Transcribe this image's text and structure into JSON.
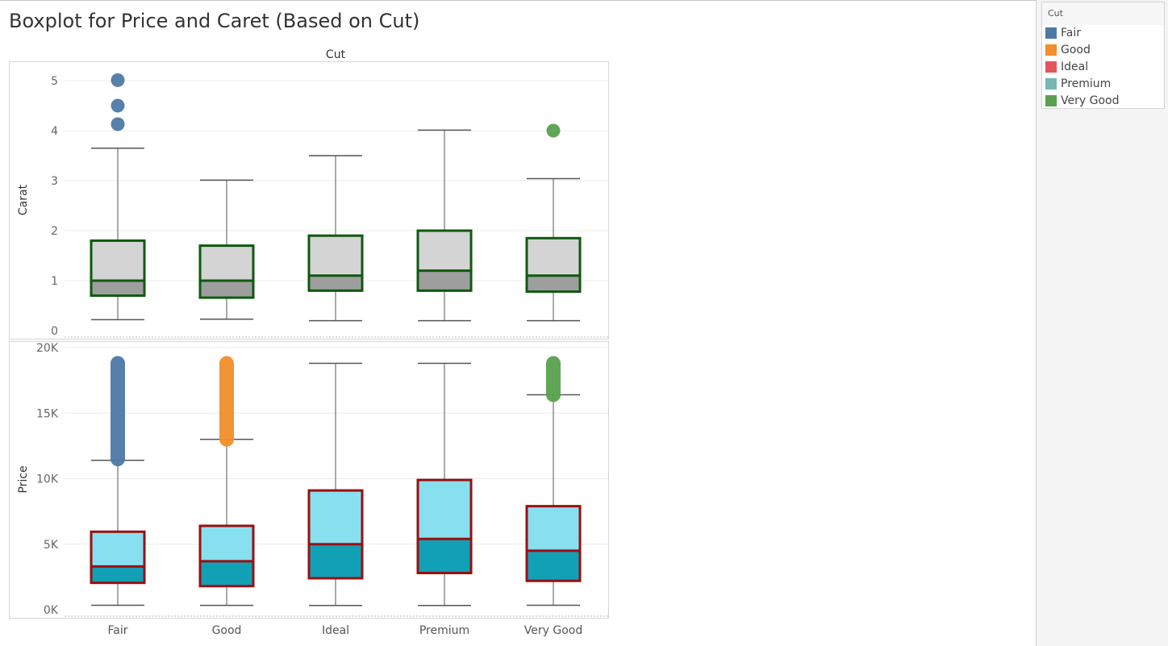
{
  "title": "Boxplot for Price and Caret (Based on Cut)",
  "legend": {
    "title": "Cut",
    "items": [
      {
        "label": "Fair",
        "color": "#4e79a7"
      },
      {
        "label": "Good",
        "color": "#f28e2b"
      },
      {
        "label": "Ideal",
        "color": "#e15759"
      },
      {
        "label": "Premium",
        "color": "#76b7b2"
      },
      {
        "label": "Very Good",
        "color": "#59a14f"
      }
    ]
  },
  "chart_data": [
    {
      "type": "box",
      "column_header": "Cut",
      "ylabel": "Carat",
      "ylim": [
        0,
        5.2
      ],
      "yticks": [
        0,
        1,
        2,
        3,
        4,
        5
      ],
      "ytick_labels": [
        "0",
        "1",
        "2",
        "3",
        "4",
        "5"
      ],
      "grid": true,
      "box_colors": {
        "upper": "#d4d4d4",
        "lower": "#9e9e9e",
        "border": "#0e5a0e"
      },
      "categories": [
        "Fair",
        "Good",
        "Ideal",
        "Premium",
        "Very Good"
      ],
      "boxes": [
        {
          "category": "Fair",
          "min": 0.22,
          "q1": 0.7,
          "median": 1.0,
          "q3": 1.8,
          "max": 3.65,
          "outliers": [
            4.13,
            4.5,
            5.01
          ]
        },
        {
          "category": "Good",
          "min": 0.23,
          "q1": 0.66,
          "median": 1.0,
          "q3": 1.7,
          "max": 3.01,
          "outliers": []
        },
        {
          "category": "Ideal",
          "min": 0.2,
          "q1": 0.8,
          "median": 1.1,
          "q3": 1.9,
          "max": 3.5,
          "outliers": []
        },
        {
          "category": "Premium",
          "min": 0.2,
          "q1": 0.8,
          "median": 1.2,
          "q3": 2.0,
          "max": 4.01,
          "outliers": []
        },
        {
          "category": "Very Good",
          "min": 0.2,
          "q1": 0.78,
          "median": 1.1,
          "q3": 1.85,
          "max": 3.04,
          "outliers": [
            4.0
          ]
        }
      ]
    },
    {
      "type": "box",
      "column_header": "Cut",
      "ylabel": "Price",
      "ylim": [
        -300,
        20000
      ],
      "yticks": [
        0,
        5000,
        10000,
        15000,
        20000
      ],
      "ytick_labels": [
        "0K",
        "5K",
        "10K",
        "15K",
        "20K"
      ],
      "grid": true,
      "box_colors": {
        "upper": "#87dff0",
        "lower": "#12a0b6",
        "border": "#9b0f0f"
      },
      "categories": [
        "Fair",
        "Good",
        "Ideal",
        "Premium",
        "Very Good"
      ],
      "boxes": [
        {
          "category": "Fair",
          "min": 337,
          "q1": 2050,
          "median": 3300,
          "q3": 5950,
          "max": 11400,
          "outlier_range": [
            11500,
            18800
          ]
        },
        {
          "category": "Good",
          "min": 327,
          "q1": 1800,
          "median": 3700,
          "q3": 6400,
          "max": 13000,
          "outlier_range": [
            13000,
            18800
          ]
        },
        {
          "category": "Ideal",
          "min": 326,
          "q1": 2400,
          "median": 5000,
          "q3": 9100,
          "max": 18800,
          "outlier_range": null
        },
        {
          "category": "Premium",
          "min": 326,
          "q1": 2800,
          "median": 5400,
          "q3": 9900,
          "max": 18800,
          "outlier_range": null
        },
        {
          "category": "Very Good",
          "min": 336,
          "q1": 2200,
          "median": 4500,
          "q3": 7900,
          "max": 16400,
          "outlier_range": [
            16400,
            18800
          ]
        }
      ]
    }
  ]
}
